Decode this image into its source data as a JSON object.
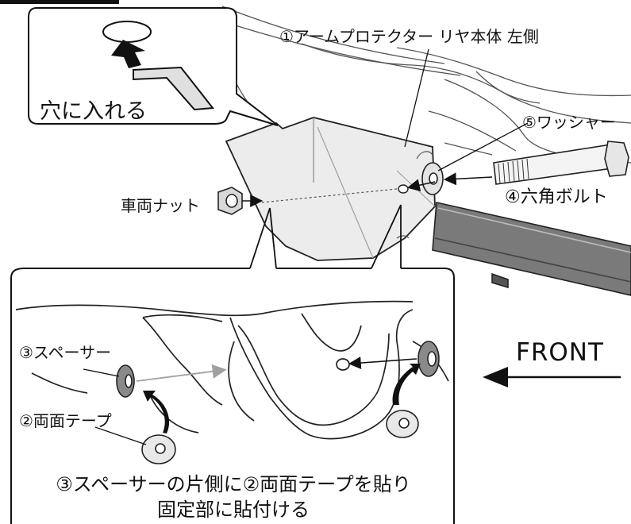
{
  "callout": {
    "text": "穴に入れる"
  },
  "parts": {
    "arm_protector": "①アームプロテクター リヤ本体 左側",
    "tape": "②両面テープ",
    "spacer": "③スペーサー",
    "bolt": "④六角ボルト",
    "washer": "⑤ワッシャー",
    "nut": "車両ナット"
  },
  "direction": {
    "label": "FRONT"
  },
  "instruction": {
    "line1": "③スペーサーの片側に②両面テープを貼り",
    "line2": "固定部に貼付ける"
  },
  "colors": {
    "ink": "#111111",
    "protector_fill": "#ececec",
    "spacer_fill": "#8a8a8a",
    "arrow_gray": "#a0a0a0"
  }
}
